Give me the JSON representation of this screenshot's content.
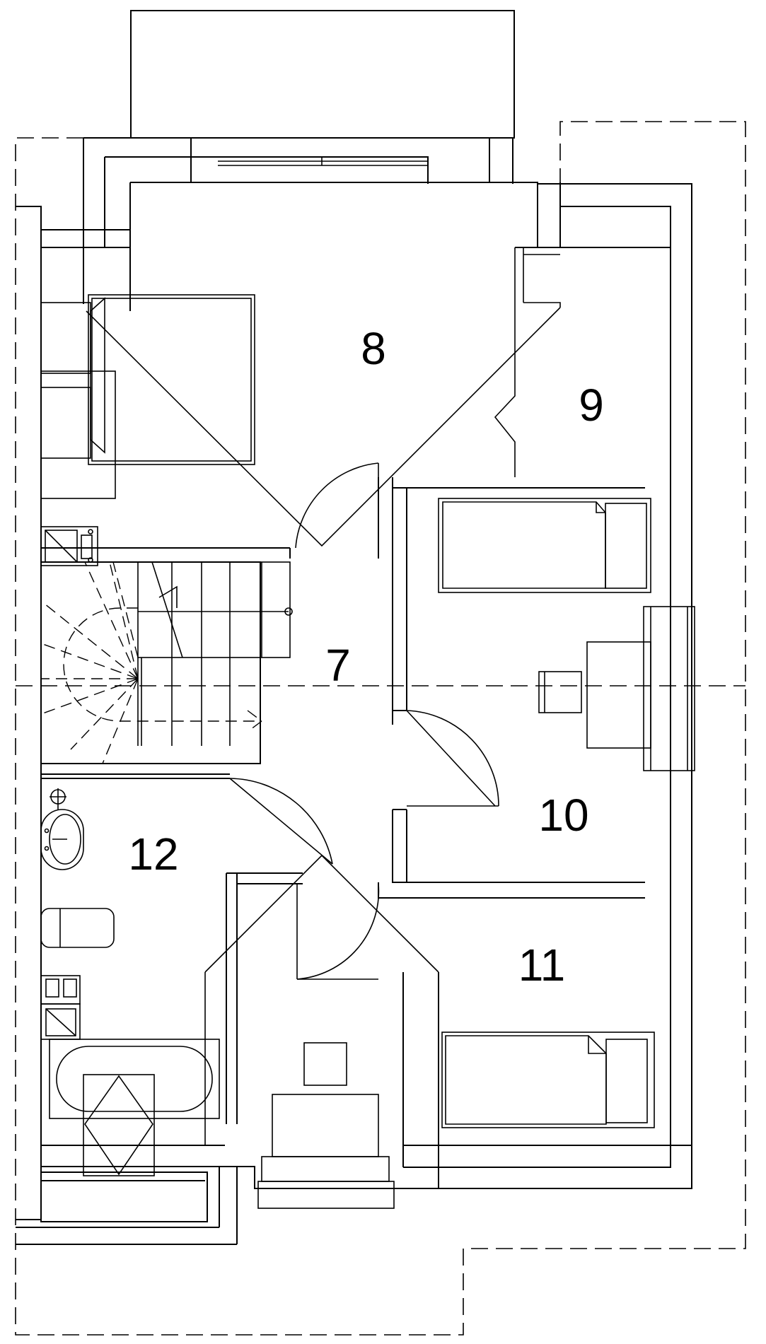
{
  "rooms": {
    "r7": "7",
    "r8": "8",
    "r9": "9",
    "r10": "10",
    "r11": "11",
    "r12": "12"
  }
}
